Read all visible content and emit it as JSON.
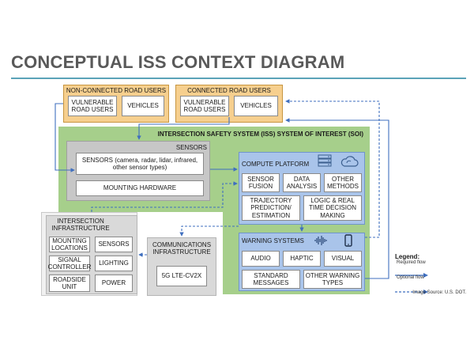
{
  "title": "CONCEPTUAL ISS CONTEXT DIAGRAM",
  "non_connected": {
    "header": "NON-CONNECTED ROAD USERS",
    "vulnerable": "VULNERABLE ROAD USERS",
    "vehicles": "VEHICLES"
  },
  "connected": {
    "header": "CONNECTED ROAD USERS",
    "vulnerable": "VULNERABLE ROAD USERS",
    "vehicles": "VEHICLES"
  },
  "iss": {
    "header": "INTERSECTION SAFETY SYSTEM (ISS) SYSTEM OF INTEREST (SOI)"
  },
  "sensors": {
    "header": "SENSORS",
    "types": "SENSORS (camera, radar, lidar, infrared, other sensor types)",
    "mounting": "MOUNTING HARDWARE"
  },
  "compute": {
    "header": "COMPUTE PLATFORM",
    "sensor_fusion": "SENSOR FUSION",
    "data_analysis": "DATA ANALYSIS",
    "other_methods": "OTHER METHODS",
    "trajectory": "TRAJECTORY PREDICTION/ ESTIMATION",
    "logic": "LOGIC & REAL TIME DECISION MAKING"
  },
  "warning": {
    "header": "WARNING SYSTEMS",
    "audio": "AUDIO",
    "haptic": "HAPTIC",
    "visual": "VISUAL",
    "standard": "STANDARD MESSAGES",
    "other": "OTHER WARNING TYPES"
  },
  "infrastructure": {
    "header": "INTERSECTION INFRASTRUCTURE",
    "mounting_locations": "MOUNTING LOCATIONS",
    "sensors": "SENSORS",
    "signal_controller": "SIGNAL CONTROLLER",
    "lighting": "LIGHTING",
    "roadside_unit": "ROADSIDE UNIT",
    "power": "POWER"
  },
  "comms": {
    "header": "COMMUNICATIONS INFRASTRUCTURE",
    "tech": "5G LTE-CV2X"
  },
  "legend": {
    "title": "Legend:",
    "required": "Required flow",
    "optional": "Optional flow"
  },
  "source": "Image Source: U.S. DOT.",
  "icons": [
    "server-icon",
    "cloud-icon",
    "sound-wave-icon",
    "phone-icon"
  ],
  "colors": {
    "title_rule": "#5ba3b8",
    "arrow": "#3f6fbf",
    "iss_green": "#a6cf8b",
    "road_user_orange": "#f6cf8e",
    "compute_blue": "#a9c4ea"
  }
}
